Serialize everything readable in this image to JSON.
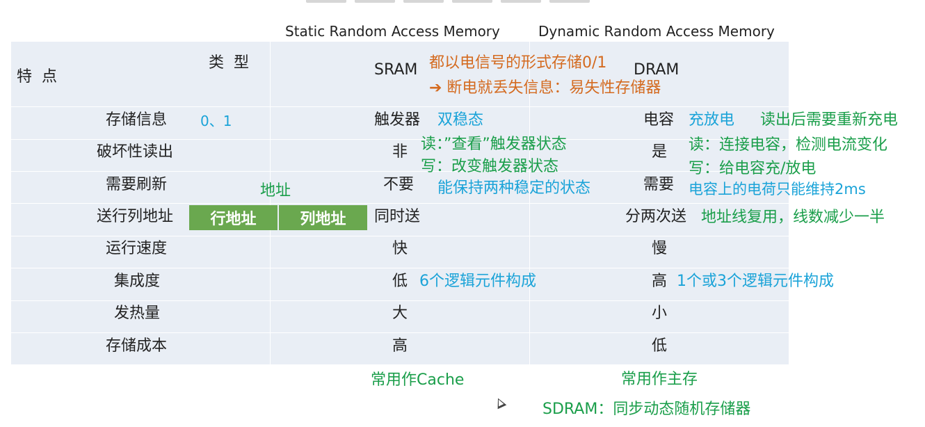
{
  "headers": {
    "sram_full": "Static Random Access Memory",
    "dram_full": "Dynamic Random Access Memory"
  },
  "table": {
    "corner_type": "类  型",
    "corner_feature": "特  点",
    "sram": "SRAM",
    "dram": "DRAM",
    "rows": [
      {
        "label": "存储信息",
        "sram": "触发器",
        "dram": "电容"
      },
      {
        "label": "破坏性读出",
        "sram": "非",
        "dram": "是"
      },
      {
        "label": "需要刷新",
        "sram": "不要",
        "dram": "需要"
      },
      {
        "label": "送行列地址",
        "sram": "同时送",
        "dram": "分两次送"
      },
      {
        "label": "运行速度",
        "sram": "快",
        "dram": "慢"
      },
      {
        "label": "集成度",
        "sram": "低",
        "dram": "高"
      },
      {
        "label": "发热量",
        "sram": "大",
        "dram": "小"
      },
      {
        "label": "存储成本",
        "sram": "高",
        "dram": "低"
      }
    ]
  },
  "address": {
    "title": "地址",
    "row_addr": "行地址",
    "col_addr": "列地址"
  },
  "annotations": {
    "signal": "都以电信号的形式存储0/1",
    "volatile": "➔ 断电就丢失信息：易失性存储器",
    "bits": "0、1",
    "bistable": "双稳态",
    "charge": "充放电",
    "recharge": "读出后需要重新充电",
    "read_sram": "读：”查看”触发器状态",
    "write_sram": "写：改变触发器状态",
    "read_dram": "读：连接电容，检测电流变化",
    "write_dram": "写：给电容充/放电",
    "stable": "能保持两种稳定的状态",
    "hold": "电容上的电荷只能维持2ms",
    "mux": "地址线复用，线数减少一半",
    "six": "6个逻辑元件构成",
    "one_three": "1个或3个逻辑元件构成"
  },
  "footer": {
    "sram_use": "常用作Cache",
    "dram_use": "常用作主存",
    "sdram": "SDRAM：同步动态随机存储器"
  },
  "colors": {
    "orange": "#d46a1f",
    "blue": "#1aa3d8",
    "green": "#1a9e4a",
    "address_green": "#6aa84f",
    "table_bg": "#e9eef5"
  }
}
